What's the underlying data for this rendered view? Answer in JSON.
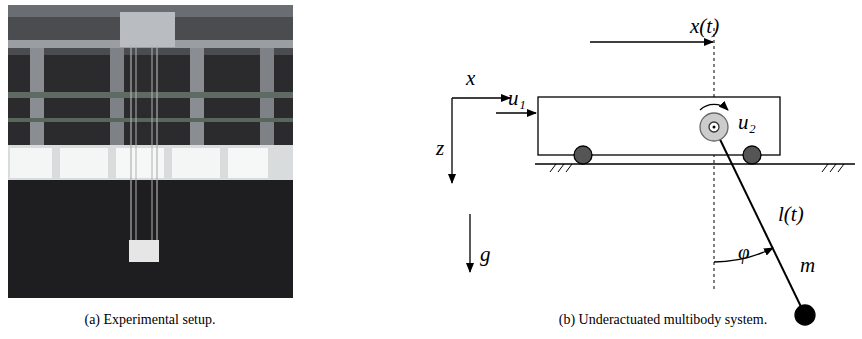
{
  "diagram": {
    "labels": [
      "x(t)",
      "x",
      "z",
      "g",
      "u₁",
      "u₂",
      "l(t)",
      "φ",
      "m",
      "(a) Experimental setup.",
      "(b) Underactuated multibody system."
    ]
  }
}
